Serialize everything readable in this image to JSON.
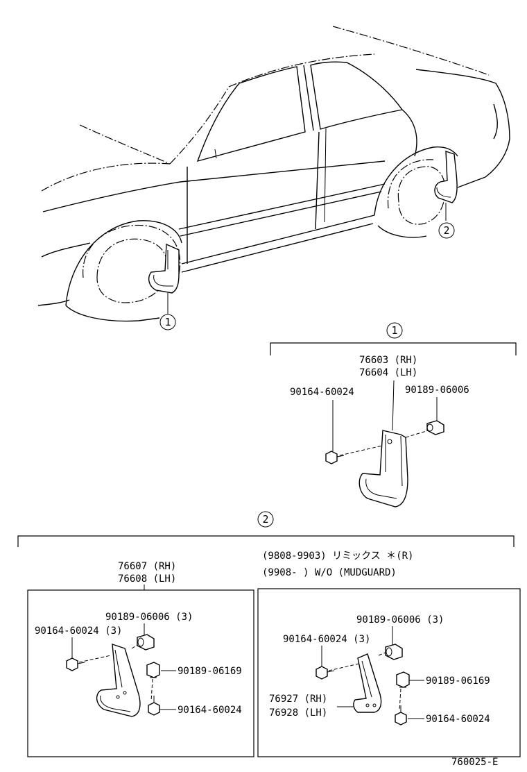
{
  "callouts": {
    "car_front": "1",
    "car_rear": "2",
    "section1": "1",
    "section2": "2"
  },
  "section1": {
    "mudguard_rh": "76603 (RH)",
    "mudguard_lh": "76604 (LH)",
    "screw": "90164-60024",
    "clip": "90189-06006"
  },
  "section2": {
    "mudguard_rh": "76607 (RH)",
    "mudguard_lh": "76608 (LH)",
    "note_line1": "(9808-9903) リミックス ＊(R)",
    "note_line2": "(9908-     ) W/O (MUDGUARD)",
    "left_box": {
      "clip": "90189-06006 (3)",
      "screw": "90164-60024 (3)",
      "grommet": "90189-06169",
      "bolt": "90164-60024"
    },
    "right_box": {
      "clip": "90189-06006 (3)",
      "screw": "90164-60024 (3)",
      "grommet": "90189-06169",
      "bolt": "90164-60024",
      "protector_rh": "76927 (RH)",
      "protector_lh": "76928 (LH)"
    }
  },
  "footer": {
    "illustration_code": "760025-E"
  }
}
